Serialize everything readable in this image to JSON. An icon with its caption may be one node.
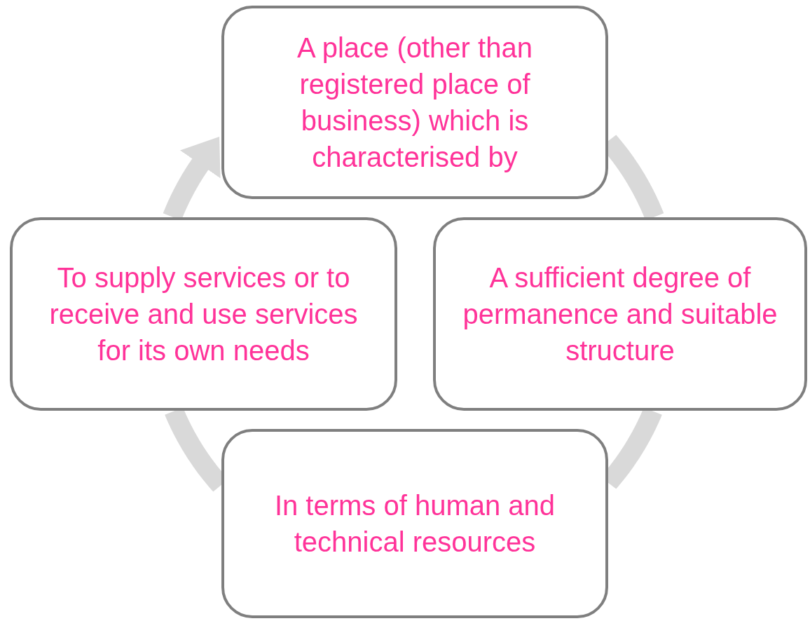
{
  "diagram": {
    "nodes": [
      {
        "text": [
          "A place (other than registered place of business) which is characterised by"
        ]
      },
      {
        "text": [
          "A sufficient degree of permanence and suitable structure"
        ]
      },
      {
        "text": [
          "In terms of human and technical resources"
        ]
      },
      {
        "text": [
          "To supply services or to receive and use services for its own needs"
        ]
      }
    ],
    "edges": [
      {
        "from": 0,
        "to": 1,
        "arrow": "none"
      },
      {
        "from": 1,
        "to": 2,
        "arrow": "none"
      },
      {
        "from": 2,
        "to": 3,
        "arrow": "none"
      },
      {
        "from": 3,
        "to": 0,
        "arrow": "to"
      }
    ]
  }
}
